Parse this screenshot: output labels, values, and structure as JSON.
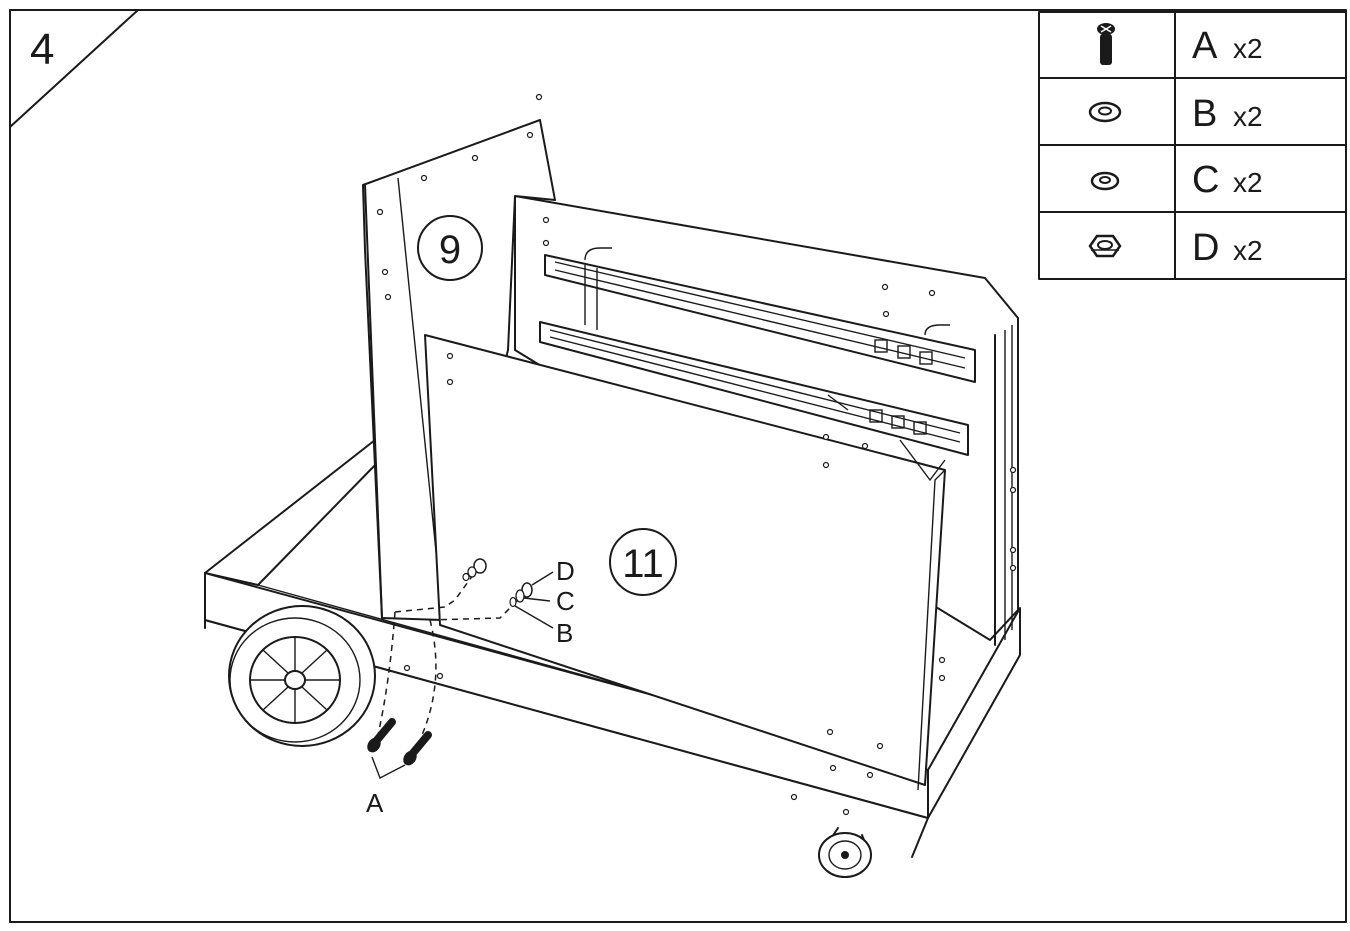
{
  "step": {
    "number": "4"
  },
  "parts_legend": [
    {
      "letter": "A",
      "qty": "x2",
      "icon": "bolt-icon"
    },
    {
      "letter": "B",
      "qty": "x2",
      "icon": "large-washer-icon"
    },
    {
      "letter": "C",
      "qty": "x2",
      "icon": "small-washer-icon"
    },
    {
      "letter": "D",
      "qty": "x2",
      "icon": "hex-nut-icon"
    }
  ],
  "part_numbers": {
    "back_upright": "9",
    "front_panel": "11"
  },
  "callouts": {
    "nut": "D",
    "small_washer": "C",
    "large_washer": "B",
    "bolts": "A"
  }
}
